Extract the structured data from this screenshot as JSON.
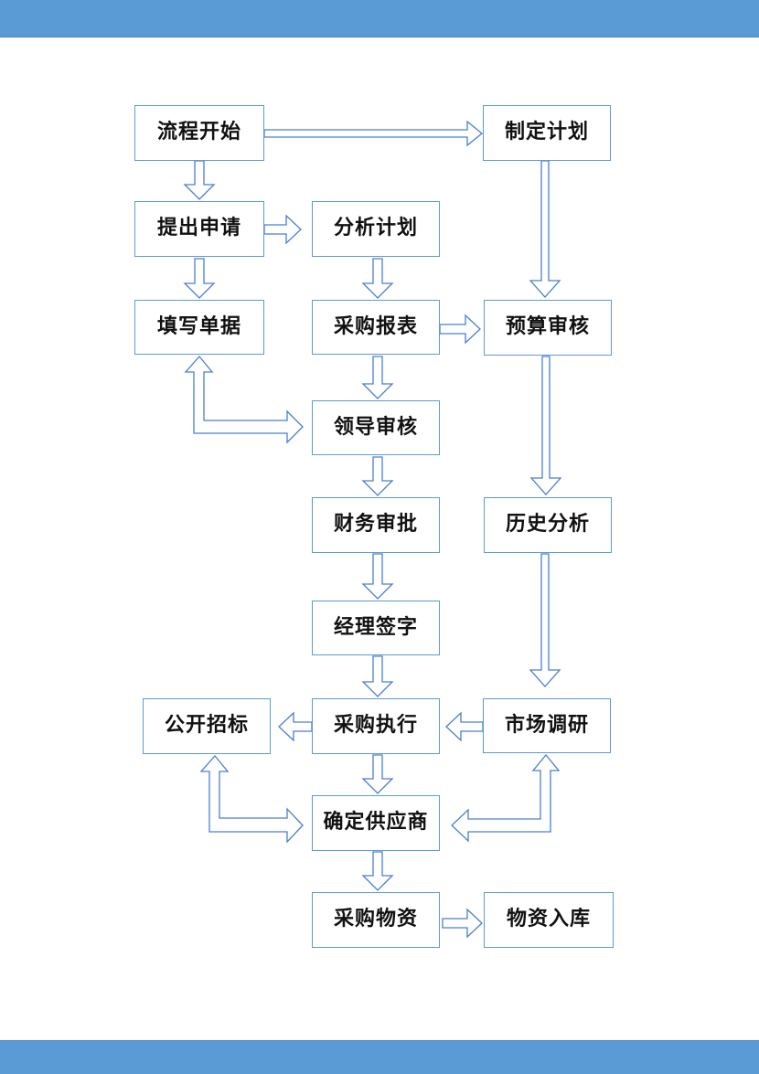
{
  "colors": {
    "band": "#5b9bd5",
    "box_border": "#5b9bd5",
    "arrow": "#4a7fd0"
  },
  "nodes": {
    "start": "流程开始",
    "make_plan": "制定计划",
    "apply": "提出申请",
    "analyze_plan": "分析计划",
    "fill_form": "填写单据",
    "purchase_report": "采购报表",
    "budget_review": "预算审核",
    "leader_review": "领导审核",
    "finance_approve": "财务审批",
    "history_analysis": "历史分析",
    "manager_sign": "经理签字",
    "public_tender": "公开招标",
    "purchase_execute": "采购执行",
    "market_research": "市场调研",
    "choose_supplier": "确定供应商",
    "purchase_materials": "采购物资",
    "materials_storage": "物资入库"
  }
}
